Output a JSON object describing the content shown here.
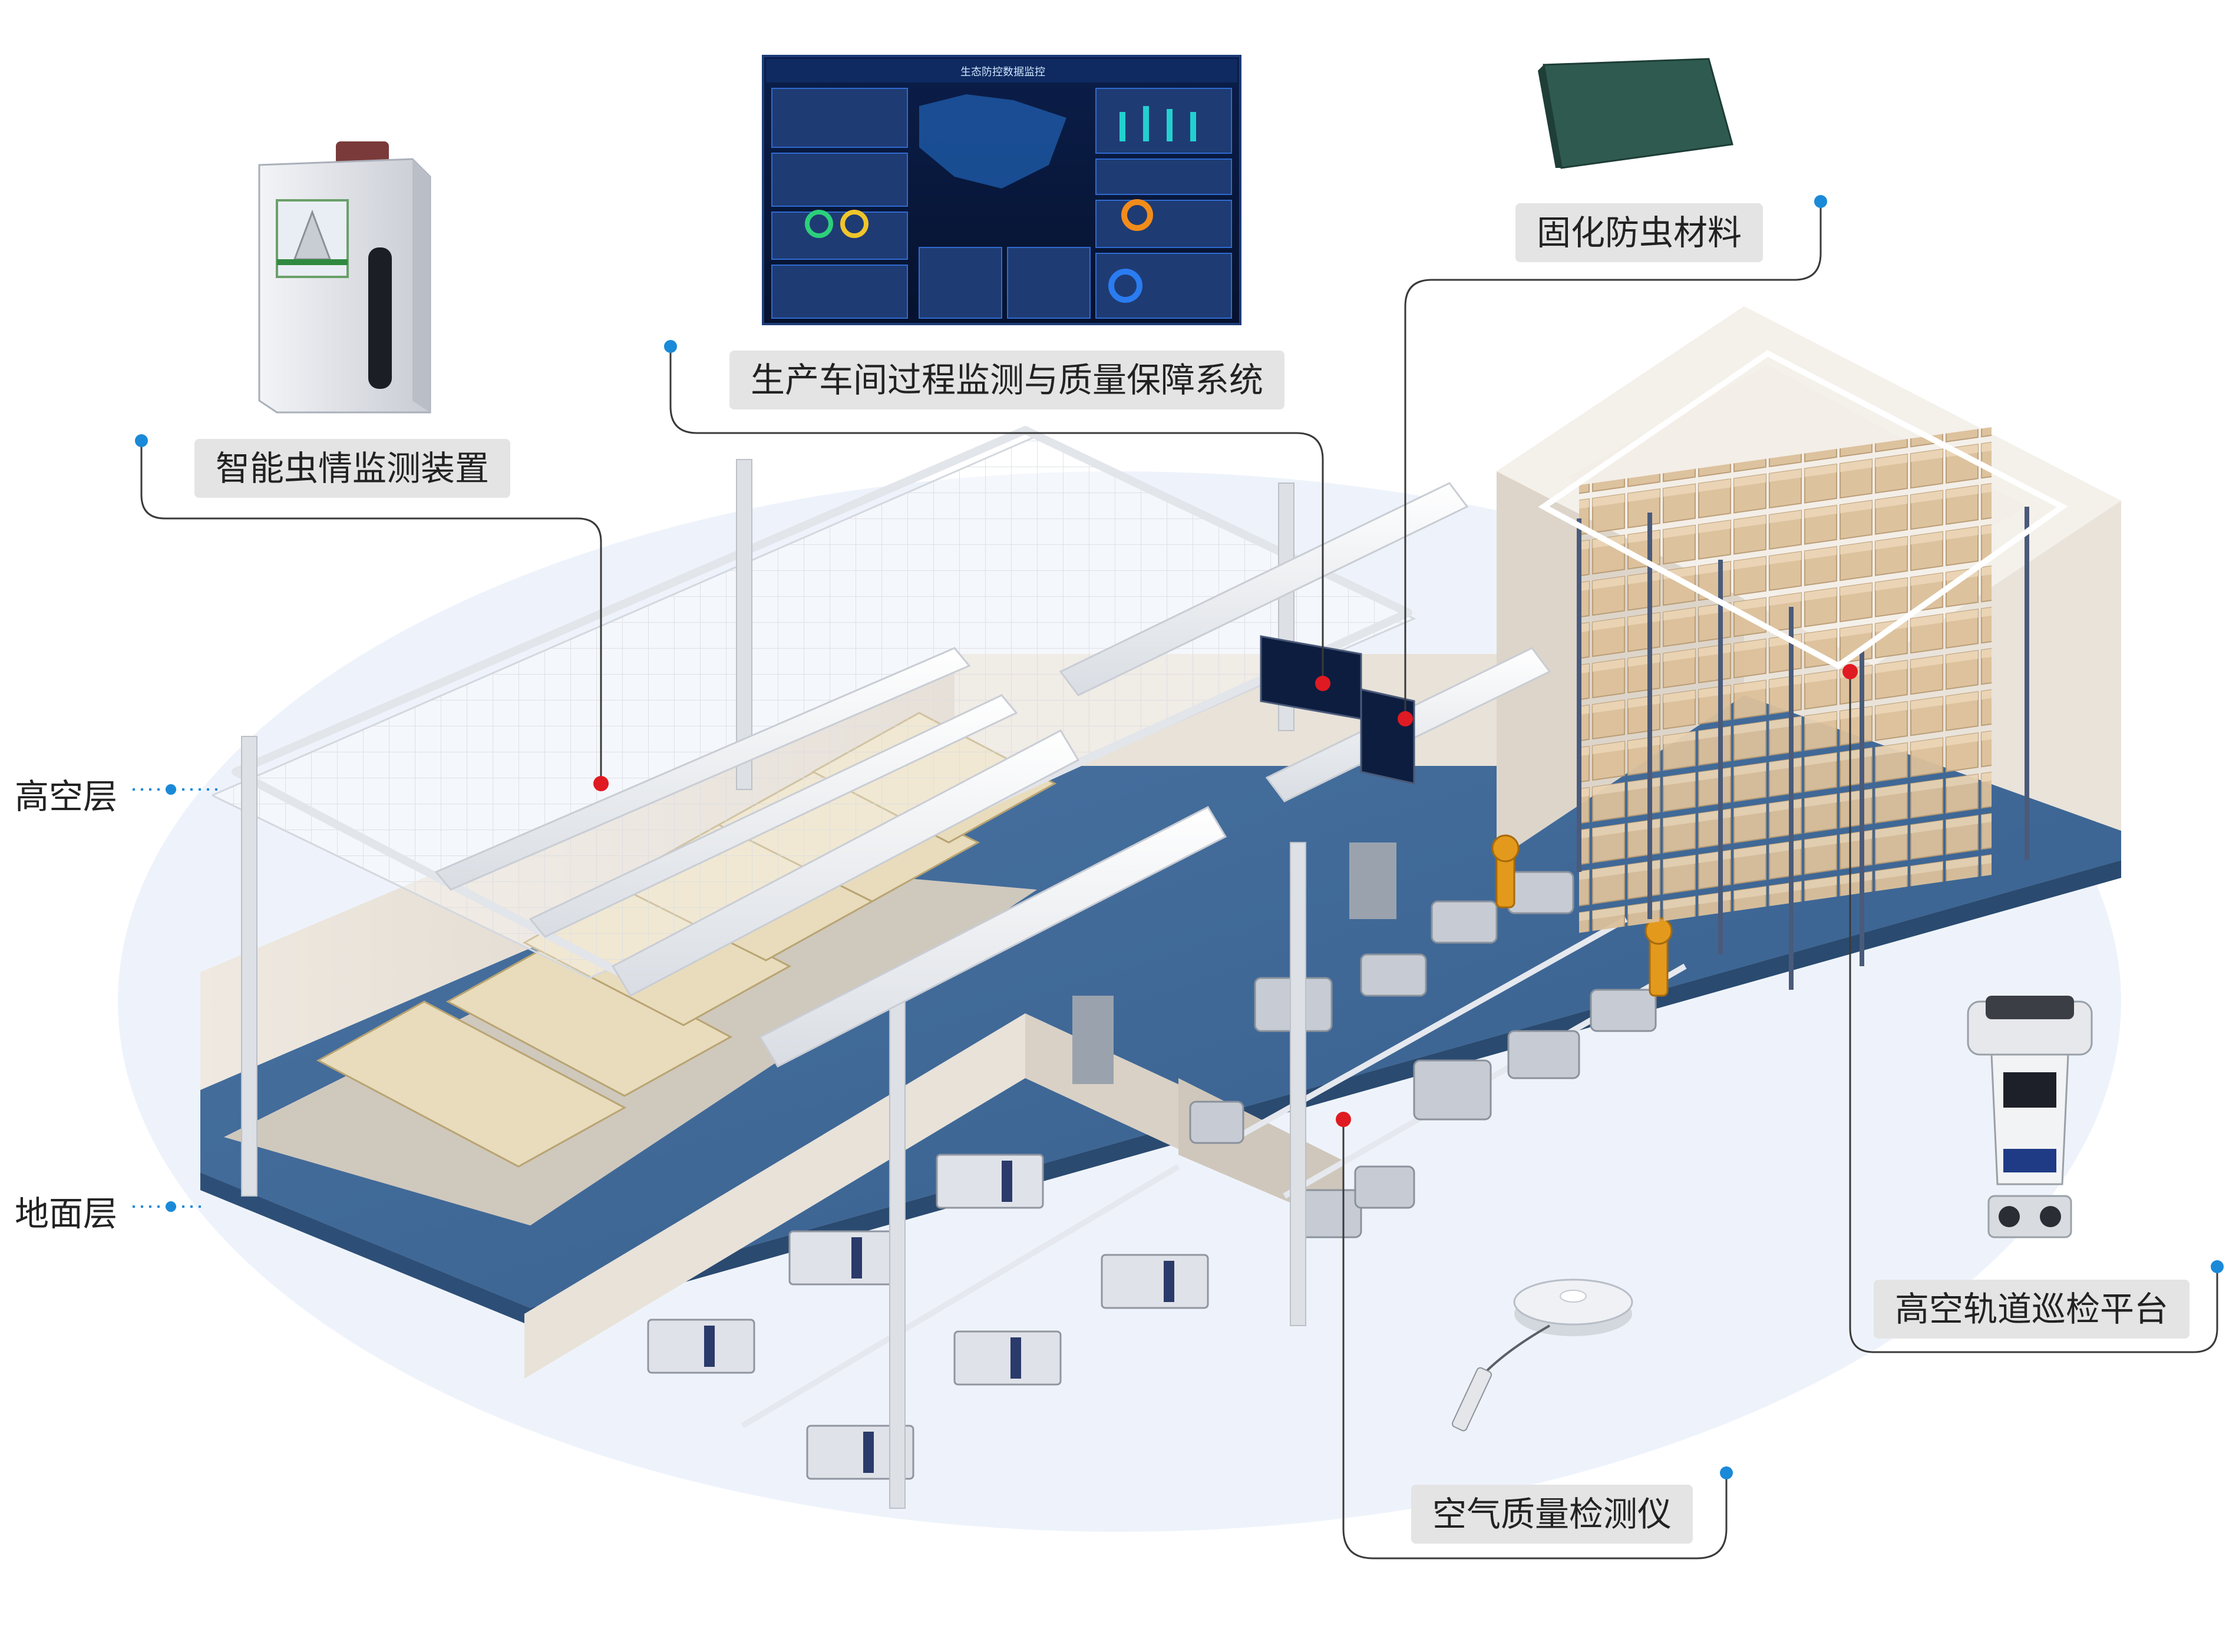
{
  "layers": {
    "high": "高空层",
    "ground": "地面层"
  },
  "callouts": {
    "pest_monitor": "智能虫情监测装置",
    "workshop_system": "生产车间过程监测与质量保障系统",
    "insect_material": "固化防虫材料",
    "rail_platform": "高空轨道巡检平台",
    "air_quality": "空气质量检测仪"
  },
  "dashboard": {
    "title": "生态防控数据监控"
  },
  "colors": {
    "floor_blue": "#3d6796",
    "wall": "#e6dfd6",
    "leader_line": "#3a3a3a",
    "dot_blue": "#1a8ad8",
    "marker_red": "#e01a22",
    "label_bg": "#e4e4e4"
  }
}
